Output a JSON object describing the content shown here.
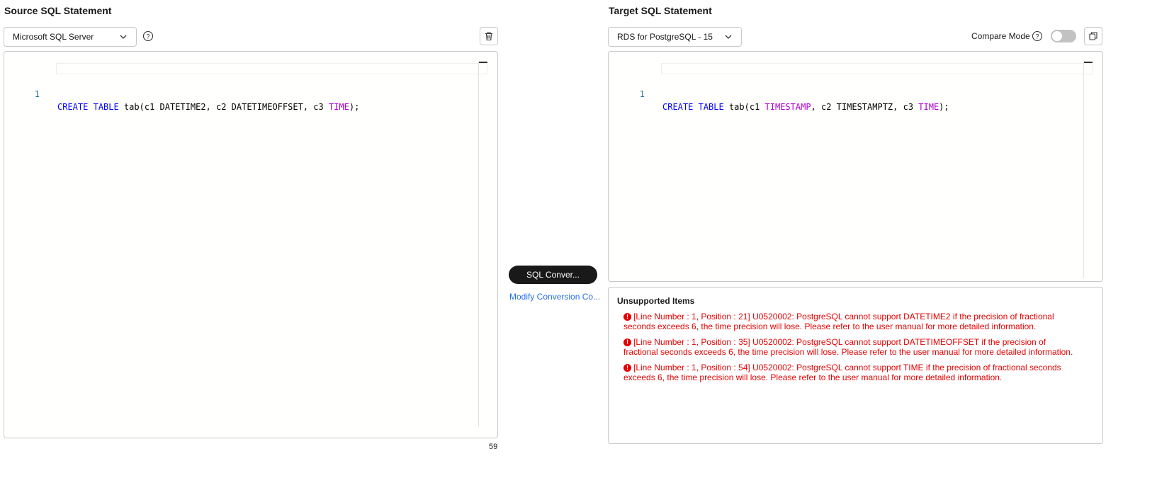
{
  "source": {
    "title": "Source SQL Statement",
    "db_select": "Microsoft SQL Server",
    "line_number": "1",
    "code_tokens": [
      {
        "t": "CREATE",
        "c": "kw"
      },
      {
        "t": " ",
        "c": ""
      },
      {
        "t": "TABLE",
        "c": "kw"
      },
      {
        "t": " tab(c1 DATETIME2, c2 DATETIMEOFFSET, c3 ",
        "c": ""
      },
      {
        "t": "TIME",
        "c": "ty"
      },
      {
        "t": ");",
        "c": ""
      }
    ],
    "char_count": "59"
  },
  "target": {
    "title": "Target SQL Statement",
    "db_select": "RDS for PostgreSQL - 15",
    "compare_mode_label": "Compare Mode",
    "line_number": "1",
    "code_tokens": [
      {
        "t": "CREATE",
        "c": "kw"
      },
      {
        "t": " ",
        "c": ""
      },
      {
        "t": "TABLE",
        "c": "kw"
      },
      {
        "t": " tab(c1 ",
        "c": ""
      },
      {
        "t": "TIMESTAMP",
        "c": "ty"
      },
      {
        "t": ", c2 TIMESTAMPTZ, c3 ",
        "c": ""
      },
      {
        "t": "TIME",
        "c": "ty"
      },
      {
        "t": ");",
        "c": ""
      }
    ]
  },
  "actions": {
    "convert_label": "SQL Conver...",
    "modify_link": "Modify Conversion Co..."
  },
  "unsupported": {
    "title": "Unsupported Items",
    "items": [
      "[Line Number : 1, Position : 21] U0520002: PostgreSQL cannot support DATETIME2 if the precision of fractional seconds exceeds 6, the time precision will lose. Please refer to the user manual for more detailed information.",
      "[Line Number : 1, Position : 35] U0520002: PostgreSQL cannot support DATETIMEOFFSET if the precision of fractional seconds exceeds 6, the time precision will lose. Please refer to the user manual for more detailed information.",
      "[Line Number : 1, Position : 54] U0520002: PostgreSQL cannot support TIME if the precision of fractional seconds exceeds 6, the time precision will lose. Please refer to the user manual for more detailed information."
    ]
  },
  "icons": {
    "help": "help-circle-icon",
    "delete": "trash-icon",
    "copy": "copy-icon",
    "dropdown": "chevron-down-icon",
    "error": "error-circle-icon"
  },
  "colors": {
    "keyword": "#0000ff",
    "type": "#af00db",
    "error": "#e60000",
    "link": "#2670e8",
    "button": "#191919"
  }
}
